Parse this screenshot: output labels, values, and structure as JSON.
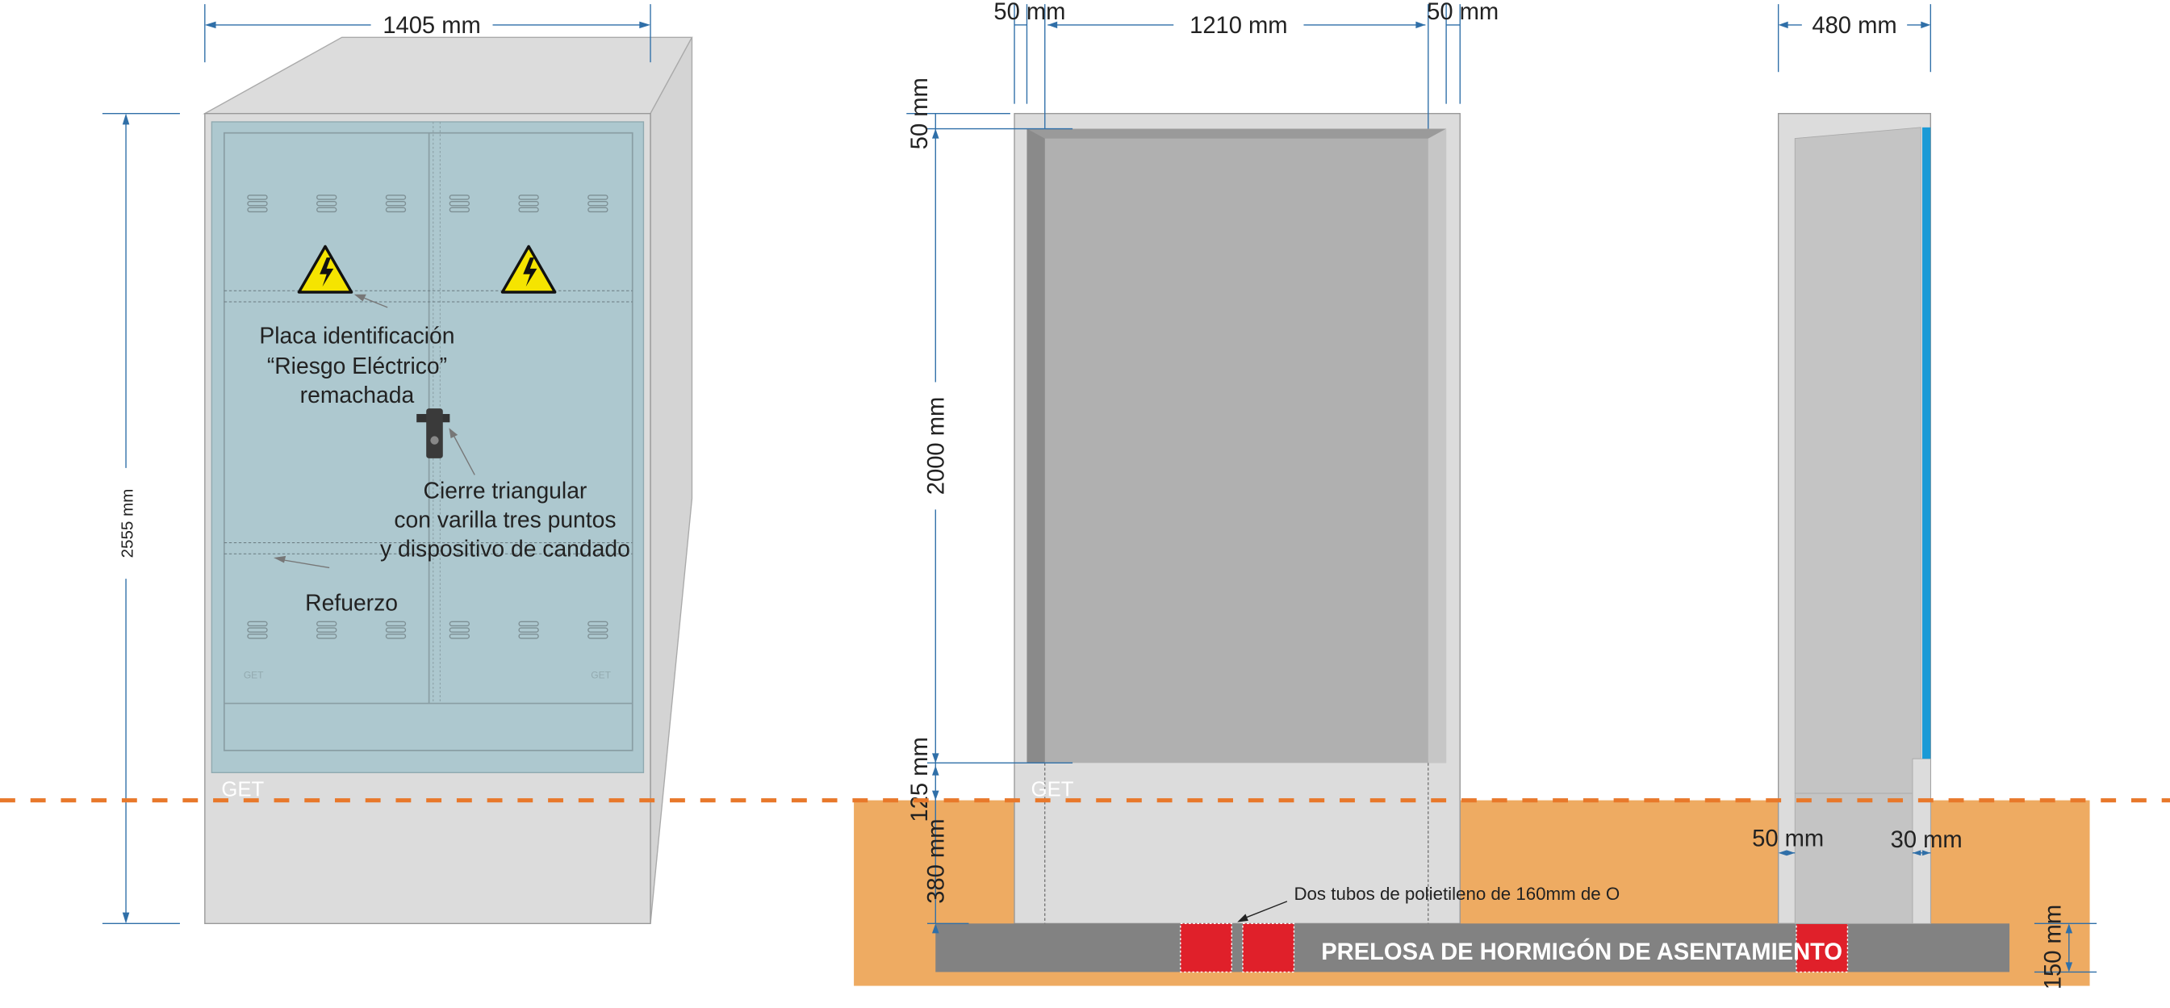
{
  "front_view": {
    "width_dim": "1405 mm",
    "height_dim": "2555 mm",
    "plate_note": [
      "Placa identificación",
      "“Riesgo Eléctrico”",
      "remachada"
    ],
    "lock_note": [
      "Cierre triangular",
      "con varilla tres puntos",
      "y dispositivo de candado"
    ],
    "reinforcement_note": "Refuerzo",
    "brand": "GET",
    "door_brand": "GET"
  },
  "section_view": {
    "left_wall_dim": "50 mm",
    "inner_width_dim": "1210 mm",
    "right_wall_dim": "50 mm",
    "top_dim": "50 mm",
    "inner_height_dim": "2000 mm",
    "base_dim": "125 mm",
    "buried_dim": "380 mm",
    "brand": "GET",
    "tubes_note": "Dos tubos de polietileno de 160mm de O",
    "slab_label": "PRELOSA DE HORMIGÓN DE ASENTAMIENTO"
  },
  "side_view": {
    "depth_dim": "480 mm",
    "back_wall_dim": "50 mm",
    "front_wall_dim": "30 mm",
    "slab_dim": "150 mm"
  },
  "colors": {
    "ground_line": "#e8782a",
    "soil": "#f0b06a",
    "panel": "#adc8cf",
    "concrete": "#dcdcdc",
    "tube": "#e0202a",
    "dimension": "#2f6fa8",
    "door_edge": "#1a9ad6"
  }
}
